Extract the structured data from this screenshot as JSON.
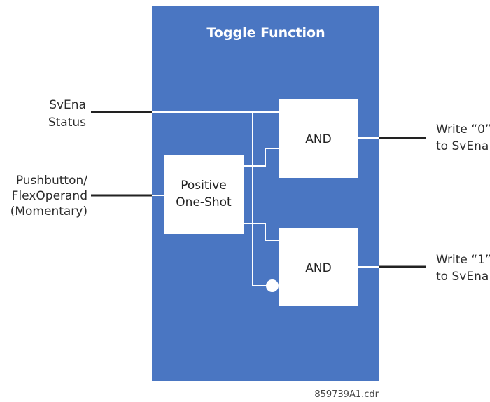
{
  "diagram": {
    "title": "Toggle Function",
    "inputs": {
      "svena_status": [
        "SvEna",
        "Status"
      ],
      "pushbutton": [
        "Pushbutton/",
        "FlexOperand",
        "(Momentary)"
      ]
    },
    "blocks": {
      "one_shot": [
        "Positive",
        "One-Shot"
      ],
      "and_top": "AND",
      "and_bottom": "AND"
    },
    "outputs": {
      "write_zero": [
        "Write “0”",
        "to SvEna"
      ],
      "write_one": [
        "Write “1”",
        "to SvEna"
      ]
    },
    "file_ref": "859739A1.cdr",
    "colors": {
      "panel": "#4A76C2",
      "block": "#FFFFFF",
      "wire_outside": "#222222",
      "wire_inside": "#FFFFFF"
    }
  }
}
